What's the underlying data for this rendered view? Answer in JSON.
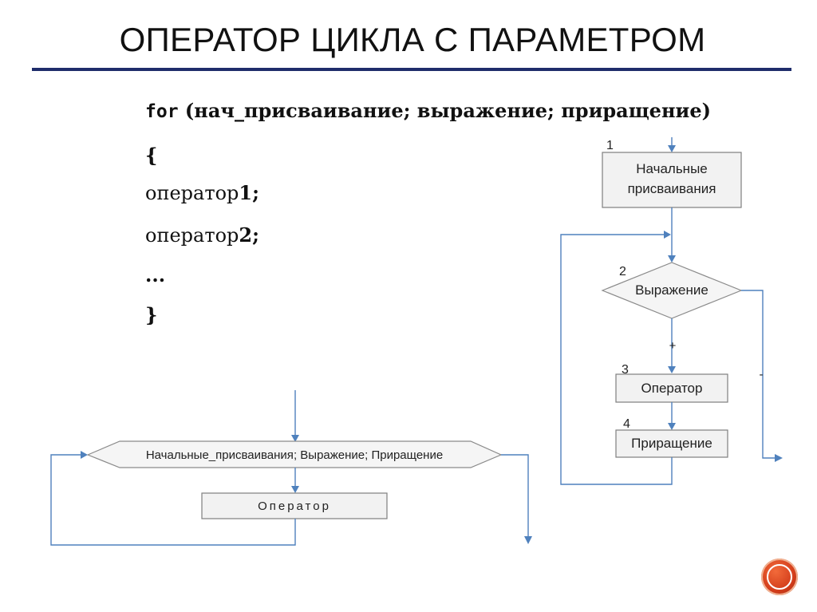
{
  "title": "ОПЕРАТОР ЦИКЛА С ПАРАМЕТРОМ",
  "code": {
    "kw": "for",
    "header_rest": " (нач_присваивание; выражение; приращение)",
    "open_brace": "{",
    "op1_text": "оператор",
    "op1_num": "1",
    "op1_end": ";",
    "op2_text": "оператор",
    "op2_num": "2",
    "op2_end": ";",
    "ellipsis": "...",
    "close_brace": "}"
  },
  "flowchart_right": {
    "block1_line1": "Начальные",
    "block1_line2": "присваивания",
    "block1_number": "1",
    "condition": "Выражение",
    "condition_number": "2",
    "yes_label": "+",
    "no_label": "-",
    "block3": "Оператор",
    "block3_number": "3",
    "block4": "Приращение",
    "block4_number": "4"
  },
  "flowchart_left": {
    "header_a": "Начальные_присваивания",
    "header_sep": ";",
    "header_b": " Выражение; Приращение",
    "body": "Оператор"
  },
  "colors": {
    "title_rule": "#1f2d6b",
    "connector": "#4f81bd",
    "logo": "#d23c1a"
  }
}
